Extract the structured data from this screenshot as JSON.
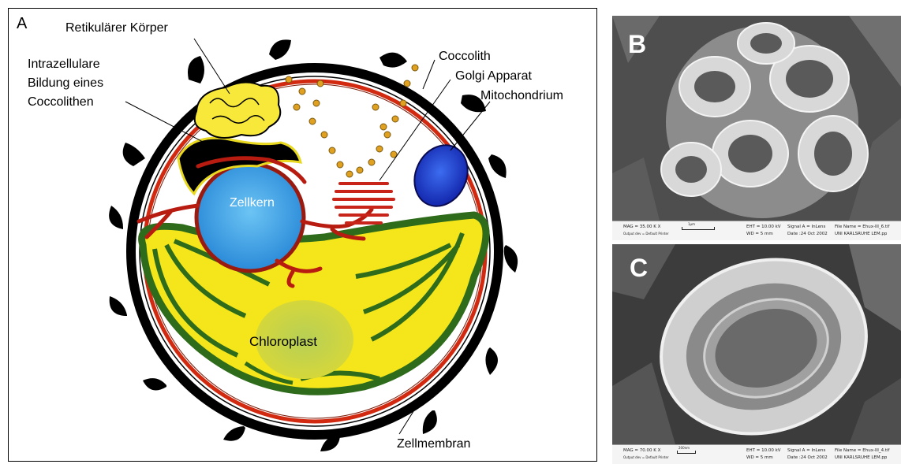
{
  "panel_a": {
    "letter": "A",
    "labels": {
      "retikularer_korper": "Retikulärer Körper",
      "intrazellulare_1": "Intrazellulare",
      "intrazellulare_2": "Bildung eines",
      "intrazellulare_3": "Coccolithen",
      "coccolith": "Coccolith",
      "golgi": "Golgi Apparat",
      "mitochondrium": "Mitochondrium",
      "zellkern": "Zellkern",
      "chloroplast": "Chloroplast",
      "zellmembran": "Zellmembran"
    }
  },
  "panel_b": {
    "letter": "B",
    "footer": {
      "mag": "MAG =  35.00 K X",
      "detector": "Output dev = Default Printer",
      "scale": "1μm",
      "eht": "EHT = 10.00 kV",
      "wd": "WD =    5 mm",
      "signal": "Signal A = InLens",
      "date": "Date :24 Oct 2002",
      "file": "File Name = Ehux-III_6.tif",
      "org": "UNI  KARLSRUHE  LEM.pp"
    }
  },
  "panel_c": {
    "letter": "C",
    "footer": {
      "mag": "MAG =  70.00 K X",
      "detector": "Output dev = Default Printer",
      "scale": "200nm",
      "eht": "EHT = 10.00 kV",
      "wd": "WD =    5 mm",
      "signal": "Signal A = InLens",
      "date": "Date :24 Oct 2002",
      "file": "File Name = Ehux-III_4.tif",
      "org": "UNI  KARLSRUHE  LEM.pp"
    }
  },
  "colors": {
    "cell_wall": "#000000",
    "membrane": "#d22a10",
    "chloroplast": "#f4e61a",
    "chloroplast_edge": "#2e6b1a",
    "nucleus": "#3aa0e8",
    "mitochondrium": "#1a3fd0",
    "golgi": "#d22a10",
    "coccolith_dots": "#e0a020"
  }
}
